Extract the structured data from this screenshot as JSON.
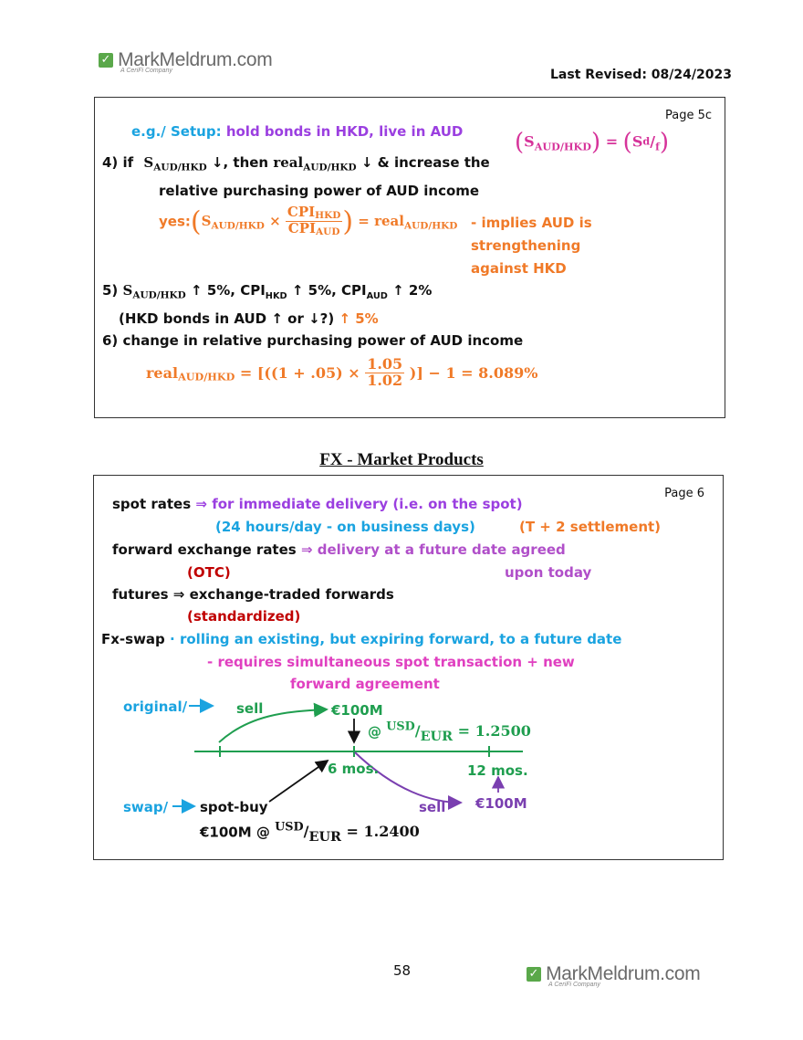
{
  "header": {
    "logo_text": "MarkMeldrum.com",
    "logo_sub": "A CeriFi Company",
    "last_revised": "Last Revised: 08/24/2023"
  },
  "page5c": {
    "page_label": "Page 5c",
    "setup_label": "e.g./ Setup:",
    "setup_text": "hold bonds in HKD, live in AUD",
    "line4_prefix": "4) if",
    "line4_mid": "↓, then",
    "line4_end": "↓ & increase the",
    "line4_cont": "relative purchasing power of AUD income",
    "yes_label": "yes:",
    "implies_1": "- implies AUD is",
    "implies_2": "strengthening",
    "implies_3": "against HKD",
    "line5": "↑ 5%, CPI",
    "line5_hkd": "HKD",
    "line5_b": "↑ 5%, CPI",
    "line5_aud": "AUD",
    "line5_c": "↑ 2%",
    "line5_prefix": "5)",
    "q_text": "(HKD bonds in AUD ↑ or ↓?)",
    "q_answer": "↑ 5%",
    "line6": "6) change in relative purchasing power of AUD income",
    "formula_lead": "= [((1 + .05) ×",
    "formula_num": "1.05",
    "formula_den": "1.02",
    "formula_tail": ")] − 1 = 8.089%",
    "math_S": "S",
    "math_real": "real",
    "math_AUD": "AUD",
    "math_HKD": "HKD",
    "math_CPI": "CPI",
    "math_d": "d",
    "math_f": "f",
    "math_times": "×",
    "math_eq": "="
  },
  "section_title": "FX - Market Products",
  "page6": {
    "page_label": "Page 6",
    "spot_label": "spot rates",
    "spot_arrow": "⇒",
    "spot_text": "for immediate delivery (i.e. on the spot)",
    "spot_hours": "(24 hours/day - on business days)",
    "spot_settle": "(T + 2 settlement)",
    "fwd_label": "forward exchange rates",
    "fwd_arrow": "⇒",
    "fwd_text": "delivery at a future date agreed",
    "fwd_otc": "(OTC)",
    "fwd_today": "upon today",
    "futures_label": "futures ⇒ exchange-traded forwards",
    "futures_std": "(standardized)",
    "swap_label": "Fx-swap",
    "swap_dot": "·",
    "swap_text": "rolling an existing, but expiring forward, to a future date",
    "swap_req": "- requires simultaneous spot transaction + new",
    "swap_fwd": "forward agreement",
    "diagram": {
      "original": "original/",
      "sell_top": "sell",
      "eur_top": "€100M",
      "rate_top_at": "@",
      "rate_top_usd": "USD",
      "rate_top_eur": "EUR",
      "rate_top_val": "= 1.2500",
      "six_mos": "6 mos.",
      "twelve_mos": "12 mos.",
      "swap": "swap/",
      "spot_buy": "spot-buy",
      "sell_bottom": "sell",
      "eur_bottom": "€100M",
      "rate_bottom_lead": "€100M @",
      "rate_bottom_usd": "USD",
      "rate_bottom_eur": "EUR",
      "rate_bottom_val": "= 1.2400"
    }
  },
  "footer": {
    "page_number": "58",
    "logo_text": "MarkMeldrum.com",
    "logo_sub": "A CeriFi Company"
  },
  "colors": {
    "blue": "#1aa3e0",
    "purple": "#9b3fe0",
    "orange": "#f07a28",
    "red": "#c00000",
    "green": "#1f9e4f",
    "magenta": "#e040c0"
  }
}
